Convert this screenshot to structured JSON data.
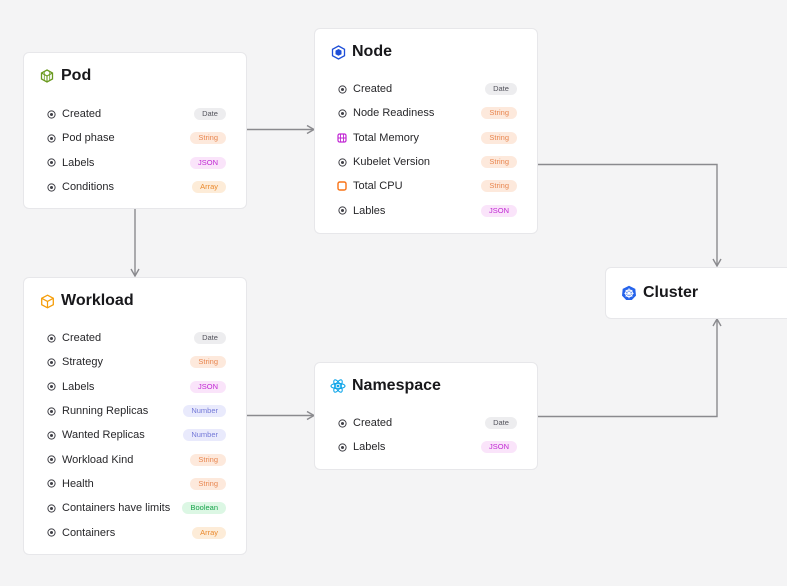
{
  "colors": {
    "String": "#e8864f",
    "JSON": "#c026d3",
    "Array": "#ea8a2e",
    "Number": "#7479d8",
    "Boolean": "#16a34a",
    "Date": "#52525b",
    "pod_icon": "#6a9a1f",
    "node_icon": "#1d4ed8",
    "workload_icon": "#f59e0b",
    "namespace_icon": "#0ea5e9",
    "cluster_icon": "#2563eb"
  },
  "cards": {
    "pod": {
      "title": "Pod",
      "fields": [
        {
          "label": "Created",
          "type": "Date",
          "icon": "target-icon"
        },
        {
          "label": "Pod phase",
          "type": "String",
          "icon": "target-icon"
        },
        {
          "label": "Labels",
          "type": "JSON",
          "icon": "target-icon"
        },
        {
          "label": "Conditions",
          "type": "Array",
          "icon": "target-icon"
        }
      ]
    },
    "node": {
      "title": "Node",
      "fields": [
        {
          "label": "Created",
          "type": "Date",
          "icon": "target-icon"
        },
        {
          "label": "Node Readiness",
          "type": "String",
          "icon": "target-icon"
        },
        {
          "label": "Total Memory",
          "type": "String",
          "icon": "memory-icon"
        },
        {
          "label": "Kubelet Version",
          "type": "String",
          "icon": "target-icon"
        },
        {
          "label": "Total CPU",
          "type": "String",
          "icon": "cpu-icon"
        },
        {
          "label": "Lables",
          "type": "JSON",
          "icon": "target-icon"
        }
      ]
    },
    "workload": {
      "title": "Workload",
      "fields": [
        {
          "label": "Created",
          "type": "Date",
          "icon": "target-icon"
        },
        {
          "label": "Strategy",
          "type": "String",
          "icon": "target-icon"
        },
        {
          "label": "Labels",
          "type": "JSON",
          "icon": "target-icon"
        },
        {
          "label": "Running Replicas",
          "type": "Number",
          "icon": "target-icon"
        },
        {
          "label": "Wanted Replicas",
          "type": "Number",
          "icon": "target-icon"
        },
        {
          "label": "Workload Kind",
          "type": "String",
          "icon": "target-icon"
        },
        {
          "label": "Health",
          "type": "String",
          "icon": "target-icon"
        },
        {
          "label": "Containers have limits",
          "type": "Boolean",
          "icon": "target-icon"
        },
        {
          "label": "Containers",
          "type": "Array",
          "icon": "target-icon"
        }
      ]
    },
    "namespace": {
      "title": "Namespace",
      "fields": [
        {
          "label": "Created",
          "type": "Date",
          "icon": "target-icon"
        },
        {
          "label": "Labels",
          "type": "JSON",
          "icon": "target-icon"
        }
      ]
    },
    "cluster": {
      "title": "Cluster",
      "fields": []
    }
  }
}
